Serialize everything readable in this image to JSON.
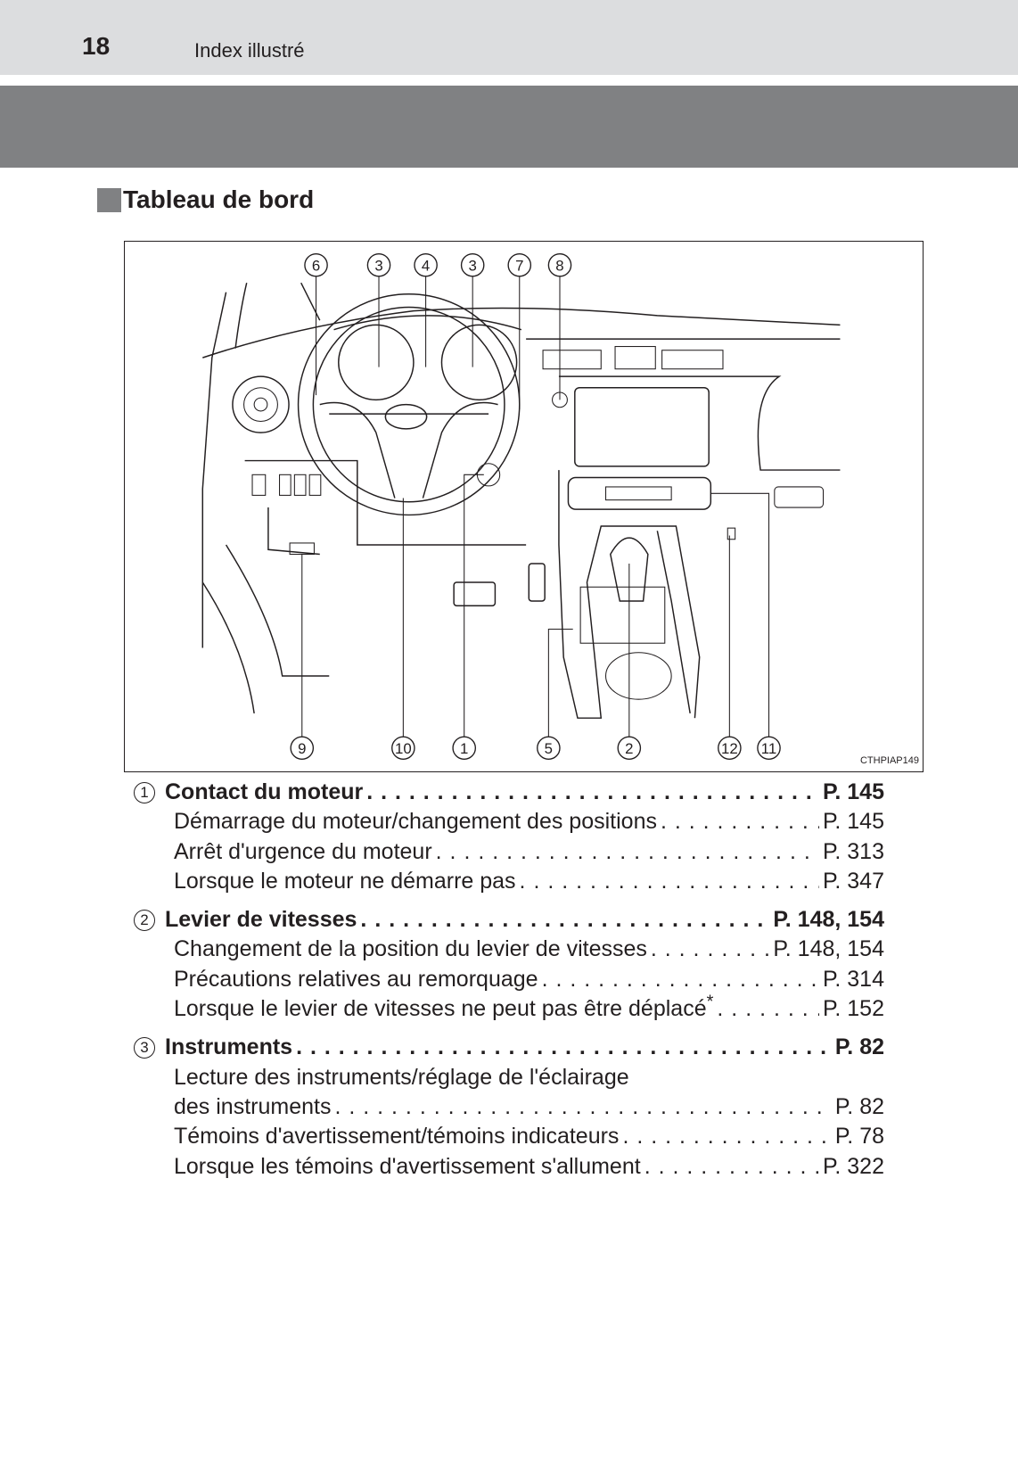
{
  "header": {
    "page_number": "18",
    "chapter": "Index illustré"
  },
  "section_title": "Tableau de bord",
  "figure": {
    "code": "CTHPIAP149",
    "top_callouts": [
      "6",
      "3",
      "4",
      "3",
      "7",
      "8"
    ],
    "bottom_callouts": [
      "9",
      "10",
      "1",
      "5",
      "2",
      "12",
      "11"
    ]
  },
  "entries": [
    {
      "num": "1",
      "title": "Contact du moteur",
      "page": "P. 145",
      "items": [
        {
          "text": "Démarrage du moteur/changement des positions",
          "page": "P. 145"
        },
        {
          "text": "Arrêt d'urgence du moteur",
          "page": "P. 313"
        },
        {
          "text": "Lorsque le moteur ne démarre pas",
          "page": "P. 347"
        }
      ]
    },
    {
      "num": "2",
      "title": "Levier de vitesses",
      "page": "P. 148, 154",
      "items": [
        {
          "text": "Changement de la position du levier de vitesses",
          "page": "P. 148, 154"
        },
        {
          "text": "Précautions relatives au remorquage",
          "page": "P. 314"
        },
        {
          "text": "Lorsque le levier de vitesses ne peut pas être déplacé",
          "mark": "*",
          "page": "P. 152"
        }
      ]
    },
    {
      "num": "3",
      "title": "Instruments",
      "page": "P. 82",
      "items": [
        {
          "text": "Lecture des instruments/réglage de l'éclairage",
          "continuation": "des instruments",
          "page": "P. 82"
        },
        {
          "text": "Témoins d'avertissement/témoins indicateurs",
          "page": "P. 78"
        },
        {
          "text": "Lorsque les témoins d'avertissement s'allument",
          "page": "P. 322"
        }
      ]
    }
  ]
}
